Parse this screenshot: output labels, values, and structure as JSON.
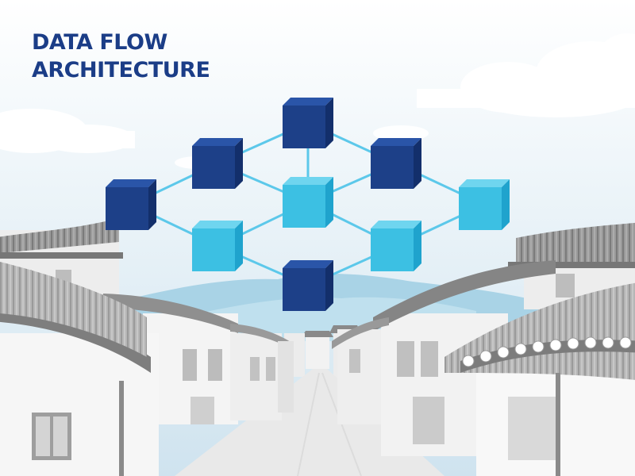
{
  "title": {
    "line1": "DATA FLOW",
    "line2": "ARCHITECTURE"
  },
  "colors": {
    "title": "#1b3d87",
    "sky_top": "#ffffff",
    "sky_bottom": "#cfe3ef",
    "cube_dark": "#1d4088",
    "cube_light": "#3cc0e3",
    "connector": "#5cc8ea",
    "mountain": "#a9d3e6",
    "building_white": "#f7f7f7",
    "roof_gray": "#8c8c8c",
    "road": "#e9e9e9"
  },
  "network": {
    "nodes": [
      {
        "id": "n-top",
        "tone": "dark"
      },
      {
        "id": "n-upper-left",
        "tone": "dark"
      },
      {
        "id": "n-upper-right",
        "tone": "dark"
      },
      {
        "id": "n-left",
        "tone": "dark"
      },
      {
        "id": "n-center",
        "tone": "light"
      },
      {
        "id": "n-right",
        "tone": "light"
      },
      {
        "id": "n-lower-left",
        "tone": "light"
      },
      {
        "id": "n-lower-right",
        "tone": "light"
      },
      {
        "id": "n-bottom",
        "tone": "dark"
      }
    ],
    "links": [
      [
        "n-top",
        "n-upper-left"
      ],
      [
        "n-top",
        "n-upper-right"
      ],
      [
        "n-top",
        "n-center"
      ],
      [
        "n-upper-left",
        "n-left"
      ],
      [
        "n-upper-left",
        "n-center"
      ],
      [
        "n-upper-right",
        "n-center"
      ],
      [
        "n-upper-right",
        "n-right"
      ],
      [
        "n-left",
        "n-lower-left"
      ],
      [
        "n-center",
        "n-lower-left"
      ],
      [
        "n-center",
        "n-lower-right"
      ],
      [
        "n-right",
        "n-lower-right"
      ],
      [
        "n-lower-left",
        "n-bottom"
      ],
      [
        "n-lower-right",
        "n-bottom"
      ]
    ]
  }
}
